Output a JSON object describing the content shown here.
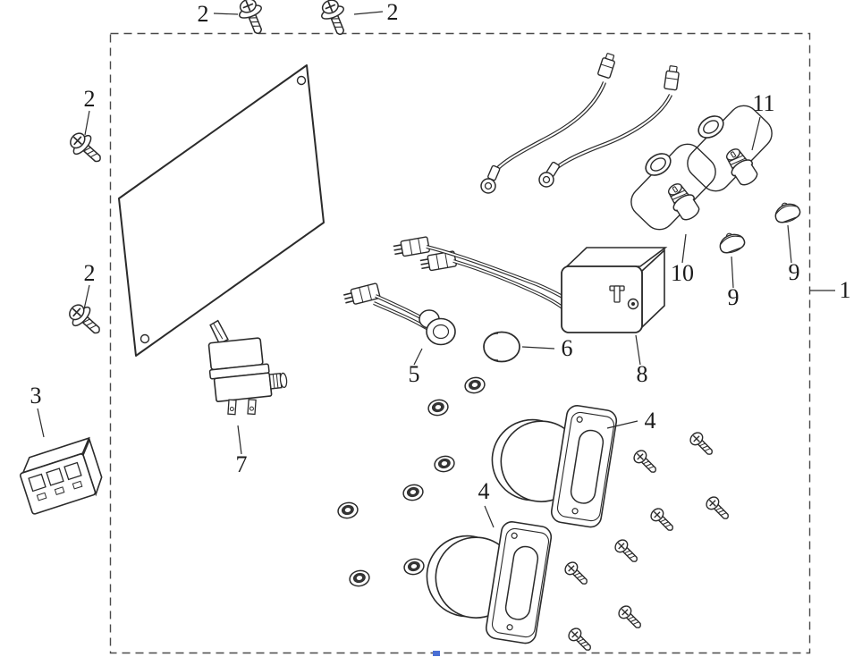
{
  "diagram": {
    "callouts": {
      "c1": "1",
      "c2_top_left": "2",
      "c2_top_right": "2",
      "c2_left_upper": "2",
      "c2_left_lower": "2",
      "c3": "3",
      "c4_upper": "4",
      "c4_lower": "4",
      "c5": "5",
      "c6": "6",
      "c7": "7",
      "c8": "8",
      "c9_mid": "9",
      "c9_right": "9",
      "c10": "10",
      "c11": "11"
    },
    "colors": {
      "line": "#2b2b2b",
      "background": "#ffffff",
      "artifact": "#4a6fd4"
    }
  }
}
